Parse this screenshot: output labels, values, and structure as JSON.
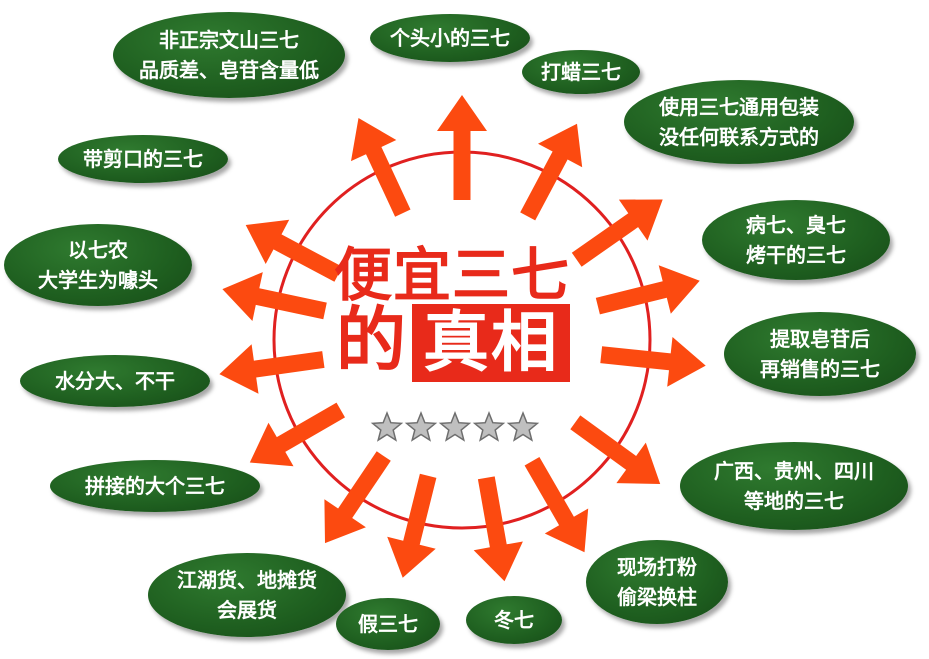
{
  "title": {
    "line1": "便宜三七",
    "line2_prefix": "的",
    "line2_highlight": "真相"
  },
  "rating": {
    "stars": 5
  },
  "bubbles": [
    {
      "lines": [
        "非正宗文山三七",
        "品质差、皂苷含量低"
      ]
    },
    {
      "lines": [
        "个头小的三七"
      ]
    },
    {
      "lines": [
        "打蜡三七"
      ]
    },
    {
      "lines": [
        "使用三七通用包装",
        "没任何联系方式的"
      ]
    },
    {
      "lines": [
        "带剪口的三七"
      ]
    },
    {
      "lines": [
        "病七、臭七",
        "烤干的三七"
      ]
    },
    {
      "lines": [
        "以七农",
        "大学生为噱头"
      ]
    },
    {
      "lines": [
        "提取皂苷后",
        "再销售的三七"
      ]
    },
    {
      "lines": [
        "水分大、不干"
      ]
    },
    {
      "lines": [
        "广西、贵州、四川",
        "等地的三七"
      ]
    },
    {
      "lines": [
        "拼接的大个三七"
      ]
    },
    {
      "lines": [
        "现场打粉",
        "偷梁换柱"
      ]
    },
    {
      "lines": [
        "江湖货、地摊货",
        "会展货"
      ]
    },
    {
      "lines": [
        "假三七"
      ]
    },
    {
      "lines": [
        "冬七"
      ]
    }
  ],
  "colors": {
    "arrow": "#fc4a10",
    "circle": "#e02020",
    "title": "#e82a1a",
    "bubble": "#1e5e1f"
  }
}
